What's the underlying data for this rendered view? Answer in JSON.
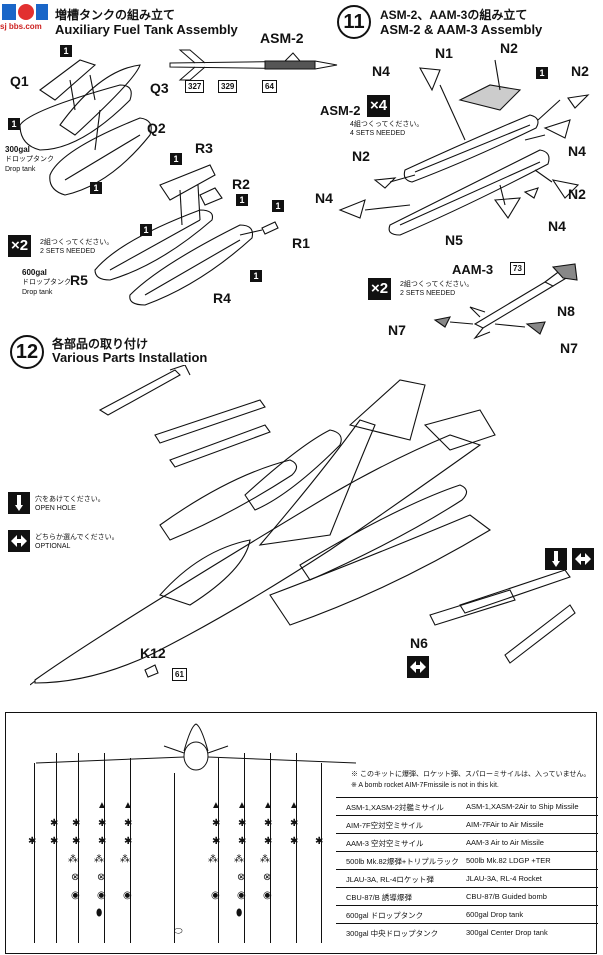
{
  "watermark": "sj bbs.com",
  "section_fuel": {
    "title_jp": "増槽タンクの組み立て",
    "title_en": "Auxiliary Fuel Tank Assembly",
    "parts": [
      "Q1",
      "Q3",
      "Q2",
      "R3",
      "R2",
      "R1",
      "R5",
      "R4"
    ],
    "badge_1": "1",
    "tank300_jp": "300gal",
    "tank300_sub": "ドロップタンク",
    "tank300_en": "Drop tank",
    "sets_mult": "×2",
    "sets_jp": "2組つくってください。",
    "sets_en": "2 SETS NEEDED",
    "tank600_jp": "600gal",
    "tank600_sub": "ドロップタンク",
    "tank600_en": "Drop tank"
  },
  "section_11": {
    "number": "11",
    "title_jp": "ASM-2、AAM-3の組み立て",
    "title_en": "ASM-2 & AAM-3 Assembly",
    "asm2_label": "ASM-2",
    "asm2_badges": [
      "327",
      "329",
      "64"
    ],
    "asm2_mult_label": "ASM-2",
    "asm2_mult": "×4",
    "asm2_sets_jp": "4組つくってください。",
    "asm2_sets_en": "4 SETS NEEDED",
    "parts": [
      "N1",
      "N2",
      "N4",
      "N2",
      "N2",
      "N4",
      "N2",
      "N4",
      "N5",
      "N4",
      "N2"
    ],
    "aam3_label": "AAM-3",
    "aam3_badge": "73",
    "aam3_mult": "×2",
    "aam3_sets_jp": "2組つくってください。",
    "aam3_sets_en": "2 SETS NEEDED",
    "aam3_parts": [
      "N8",
      "N7",
      "N7"
    ]
  },
  "section_12": {
    "number": "12",
    "title_jp": "各部品の取り付け",
    "title_en": "Various Parts Installation",
    "legend_open_jp": "穴をあけてください。",
    "legend_open_en": "OPEN HOLE",
    "legend_opt_jp": "どちらか選んでください。",
    "legend_opt_en": "OPTIONAL",
    "parts": [
      "K12",
      "N6"
    ],
    "k12_badge": "61"
  },
  "table": {
    "note_jp": "※ このキットに爆弾、ロケット弾、スパローミサイルは、入っていません。",
    "note_en": "※ A bomb rocket AIM-7Fmissile is not in this kit.",
    "rows": [
      {
        "jp": "ASM-1,XASM-2対艦ミサイル",
        "en": "ASM-1,XASM-2Air to Ship Missile"
      },
      {
        "jp": "AIM-7F空対空ミサイル",
        "en": "AIM-7FAir to Air Missile"
      },
      {
        "jp": "AAM-3 空対空ミサイル",
        "en": "AAM-3 Air to Air Missile"
      },
      {
        "jp": "500lb Mk.82爆弾+トリプルラック",
        "en": "500lb Mk.82 LDGP +TER"
      },
      {
        "jp": "JLAU-3A, RL-4ロケット弾",
        "en": "JLAU-3A, RL-4 Rocket"
      },
      {
        "jp": "CBU-87/B 誘導爆弾",
        "en": "CBU-87/B Guided bomb"
      },
      {
        "jp": "600gal ドロップタンク",
        "en": "600gal Drop tank"
      },
      {
        "jp": "300gal 中央ドロップタンク",
        "en": "300gal Center Drop tank"
      }
    ]
  }
}
